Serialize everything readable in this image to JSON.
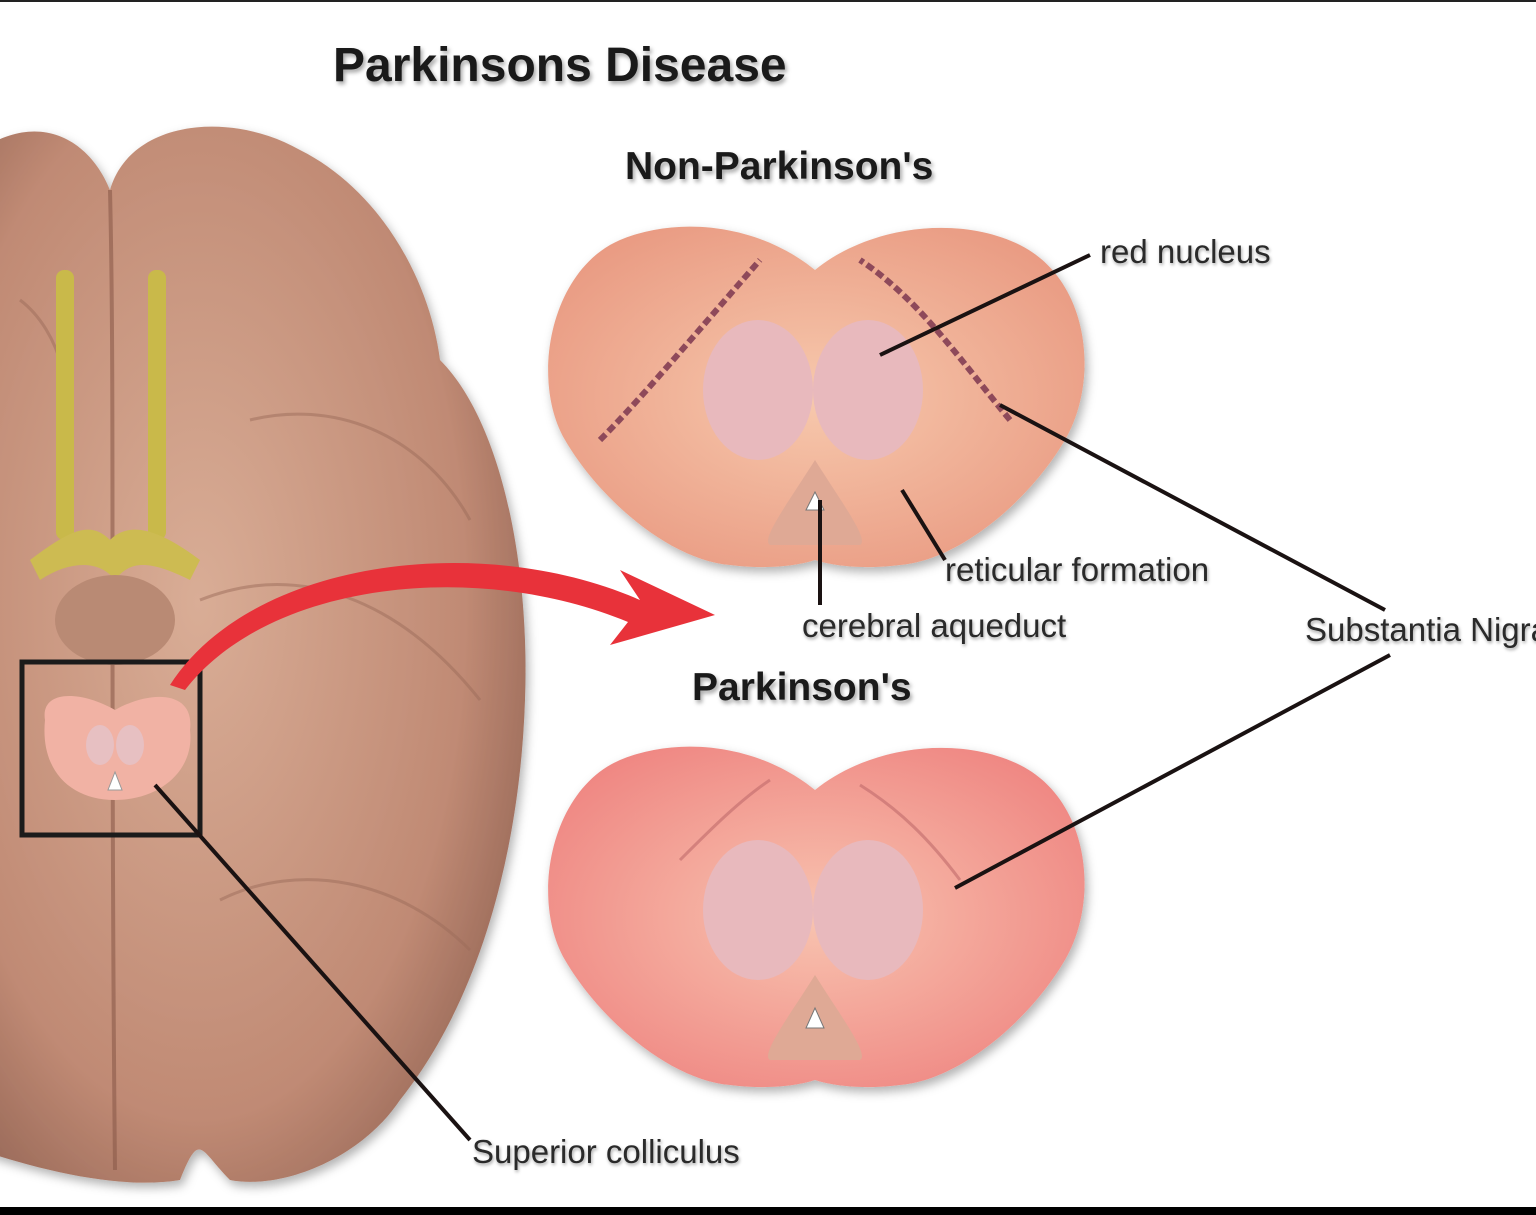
{
  "title": "Parkinsons Disease",
  "sections": {
    "normal": "Non-Parkinson's",
    "disease": "Parkinson's"
  },
  "labels": {
    "red_nucleus": "red nucleus",
    "reticular_formation": "reticular formation",
    "cerebral_aqueduct": "cerebral aqueduct",
    "substantia_nigra": "Substantia Nigra",
    "superior_colliculus": "Superior colliculus"
  },
  "colors": {
    "brain": "#c9977f",
    "midbrain": "#eeaa8e",
    "arrow": "#e8323a",
    "nucleus": "#e9b8b6"
  }
}
